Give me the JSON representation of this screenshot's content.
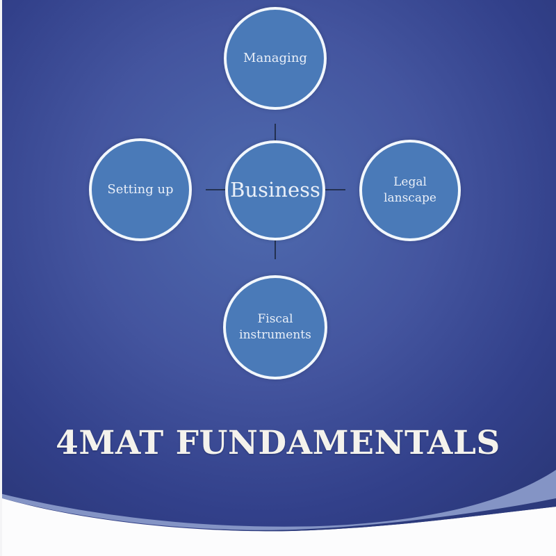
{
  "slide": {
    "title": "4MAT FUNDAMENTALS",
    "diagram": {
      "center_label": "Business",
      "top_label": "Managing",
      "left_label": "Setting up",
      "right_label": "Legal lanscape",
      "bottom_label": "Fiscal instruments"
    },
    "colors": {
      "background_center": "#4e6aae",
      "background_edge": "#273370",
      "circle_fill": "#4a7ab8",
      "circle_border": "#f2f7fc",
      "circle_text": "#e9eff8",
      "connector": "#1c2842",
      "title_text": "#f4f2ec",
      "wave_light_band": "#8494c5",
      "wave_dark_sliver": "#2c3a7c",
      "footer_white": "#fcfcfd"
    }
  }
}
